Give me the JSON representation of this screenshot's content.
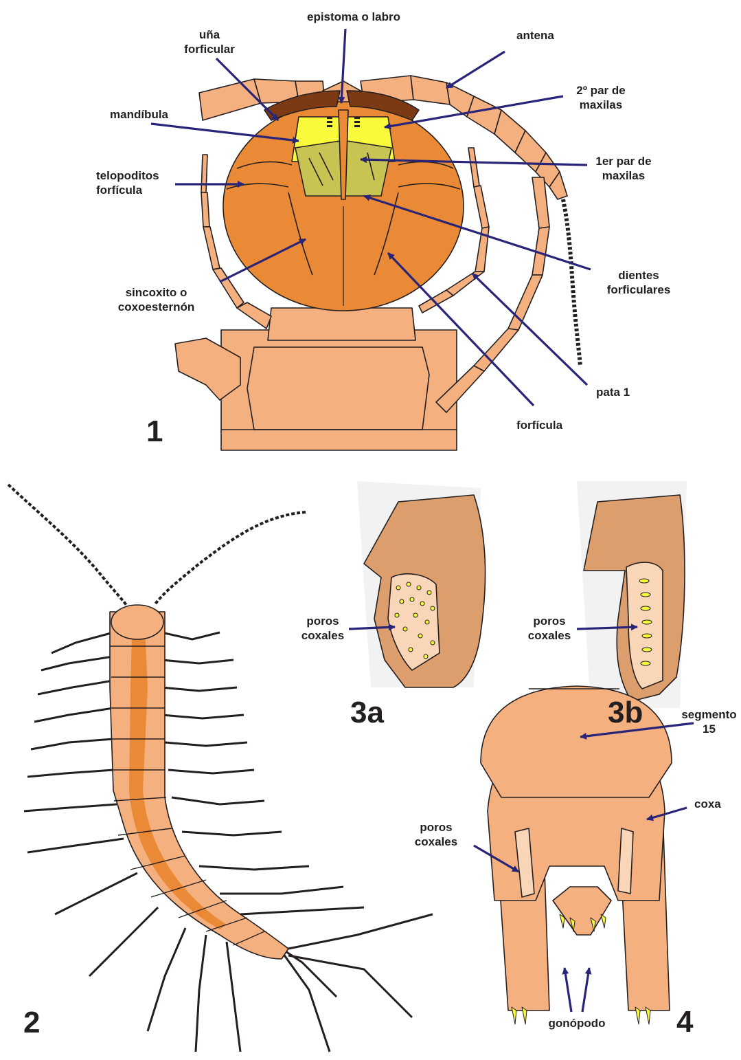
{
  "figure1": {
    "number": "1",
    "labels": {
      "epistoma": "epistoma o labro",
      "una_forficular_1": "uña",
      "una_forficular_2": "forficular",
      "antena": "antena",
      "mandibula": "mandíbula",
      "segundo_par_1": "2º par de",
      "segundo_par_2": "maxilas",
      "primer_par_1": "1er par de",
      "primer_par_2": "maxilas",
      "telopoditos_1": "telopoditos",
      "telopoditos_2": "forfícula",
      "dientes_1": "dientes",
      "dientes_2": "forficulares",
      "sincoxito_1": "sincoxito o",
      "sincoxito_2": "coxoesternón",
      "pata": "pata 1",
      "forficula": "forfícula"
    }
  },
  "figure2": {
    "number": "2"
  },
  "figure3a": {
    "number": "3a",
    "label_1": "poros",
    "label_2": "coxales"
  },
  "figure3b": {
    "number": "3b",
    "label_1": "poros",
    "label_2": "coxales"
  },
  "figure4": {
    "number": "4",
    "segmento_1": "segmento",
    "segmento_2": "15",
    "poros_1": "poros",
    "poros_2": "coxales",
    "coxa": "coxa",
    "gonopodo": "gonópodo"
  },
  "colors": {
    "light_orange": "#f5b07f",
    "orange": "#ea8a36",
    "dark_brown": "#7b3a14",
    "yellow": "#fafa3c",
    "olive": "#c8c454",
    "skin": "#e5a06a",
    "arrow": "#282478"
  }
}
